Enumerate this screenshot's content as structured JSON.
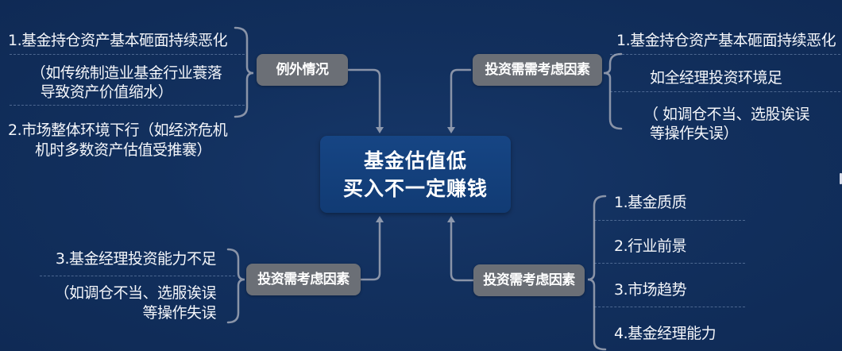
{
  "center": {
    "line1": "基金估值低",
    "line2": "买入不一定赚钱"
  },
  "top_left": {
    "label": "例外情况",
    "items": [
      {
        "text": "1.基金持仓资产基本砸面持续恶化"
      },
      {
        "line1": "（如传统制造业基金行业蓑落",
        "line2": "导致资产价值缩水）"
      },
      {
        "line1": "2.市场整体环境下行（如经济危机",
        "line2": "机时多数资产估值受推褰）"
      }
    ]
  },
  "top_right": {
    "label": "投资需需考虑因素",
    "items": [
      {
        "text": "1.基金持仓资产基本砸面持续恶化"
      },
      {
        "text": "如全经理投资环境足"
      },
      {
        "line1": "（ 如调仓不当、选股诶误",
        "line2": "等操作失误）"
      }
    ]
  },
  "bottom_left": {
    "label": "投资需考虑因素",
    "items": [
      {
        "text": "3.基金经理投资能力不足"
      },
      {
        "line1": "（如调仓不当、选服诶误",
        "line2": "等操作失误"
      }
    ]
  },
  "bottom_right": {
    "label": "投资需考虑因素",
    "items": [
      {
        "text": "1.基金质质"
      },
      {
        "text": "2.行业前景"
      },
      {
        "text": "3.市场趋势"
      },
      {
        "text": "4.基金经理能力"
      }
    ]
  },
  "colors": {
    "background": "#12305e",
    "center_box": "#164584",
    "label_box": "#6b6f76",
    "connector": "#8d98ad",
    "text": "#f4f6fa"
  }
}
